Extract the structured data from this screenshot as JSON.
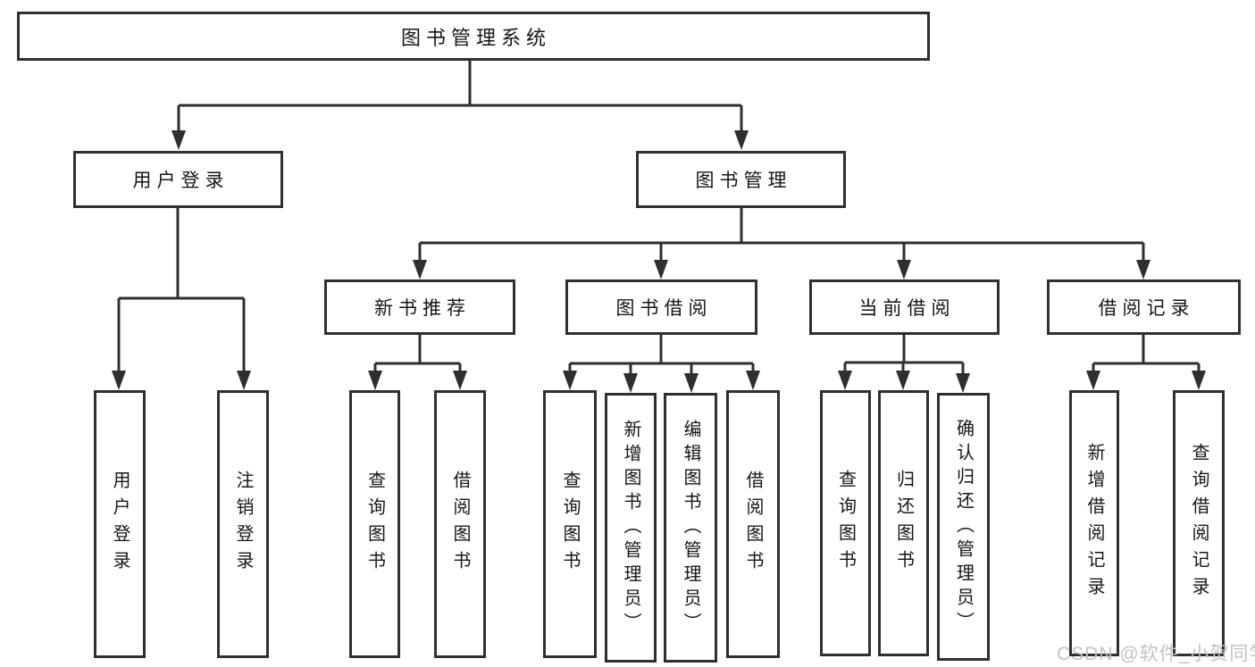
{
  "theme": {
    "line_color": "#2f2f2f",
    "text_color": "#161616",
    "bg_color": "#ffffff",
    "watermark_color": "#bfc3c7"
  },
  "watermark": "CSDN @软件_小贺同学",
  "tree": {
    "root": "图书管理系统",
    "branches": [
      {
        "label": "用户登录",
        "children": [
          "用户登录",
          "注销登录"
        ]
      },
      {
        "label": "图书管理",
        "groups": [
          {
            "label": "新书推荐",
            "children": [
              "查询图书",
              "借阅图书"
            ]
          },
          {
            "label": "图书借阅",
            "children": [
              "查询图书",
              "新增图书（管理员）",
              "编辑图书（管理员）",
              "借阅图书"
            ]
          },
          {
            "label": "当前借阅",
            "children": [
              "查询图书",
              "归还图书",
              "确认归还（管理员）"
            ]
          },
          {
            "label": "借阅记录",
            "children": [
              "新增借阅记录",
              "查询借阅记录"
            ]
          }
        ]
      }
    ]
  }
}
